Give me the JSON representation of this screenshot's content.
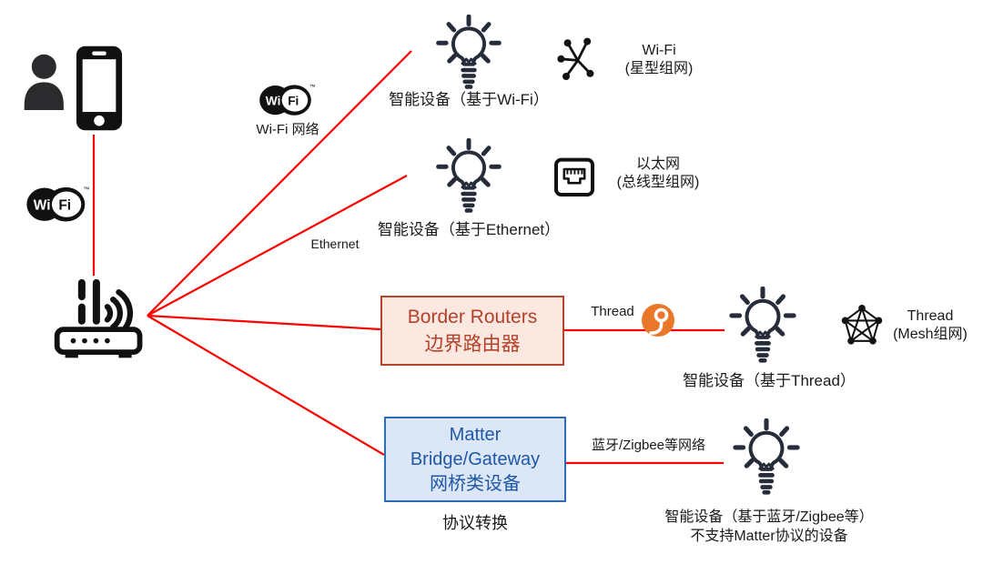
{
  "diagram": {
    "wifi_logo": {
      "wi": "Wi",
      "fi": "Fi",
      "tm": "™"
    },
    "labels": {
      "wifi_network": "Wi-Fi 网络",
      "ethernet_line": "Ethernet",
      "thread_line": "Thread",
      "ble_zigbee_line": "蓝牙/Zigbee等网络",
      "protocol_conversion": "协议转换"
    },
    "devices": {
      "wifi": {
        "caption": "智能设备（基于Wi-Fi）",
        "topology_line1": "Wi-Fi",
        "topology_line2": "(星型组网)"
      },
      "ethernet": {
        "caption": "智能设备（基于Ethernet）",
        "topology_line1": "以太网",
        "topology_line2": "(总线型组网)"
      },
      "thread": {
        "caption": "智能设备（基于Thread）",
        "topology_line1": "Thread",
        "topology_line2": "(Mesh组网)"
      },
      "ble_zigbee": {
        "caption_line1": "智能设备（基于蓝牙/Zigbee等）",
        "caption_line2": "不支持Matter协议的设备"
      }
    },
    "boxes": {
      "border_router": {
        "line1": "Border Routers",
        "line2": "边界路由器"
      },
      "matter_bridge": {
        "line1": "Matter",
        "line2": "Bridge/Gateway",
        "line3": "网桥类设备"
      }
    },
    "colors": {
      "connection_red": "#ff0000",
      "border_router_fill": "#fbe8e1",
      "border_router_stroke": "#b8432c",
      "matter_bridge_fill": "#dbe7f6",
      "matter_bridge_stroke": "#2e6db4",
      "matter_bridge_text": "#2057a7",
      "thread_logo_orange": "#e8772a",
      "icon_dark": "#272c3a"
    }
  }
}
